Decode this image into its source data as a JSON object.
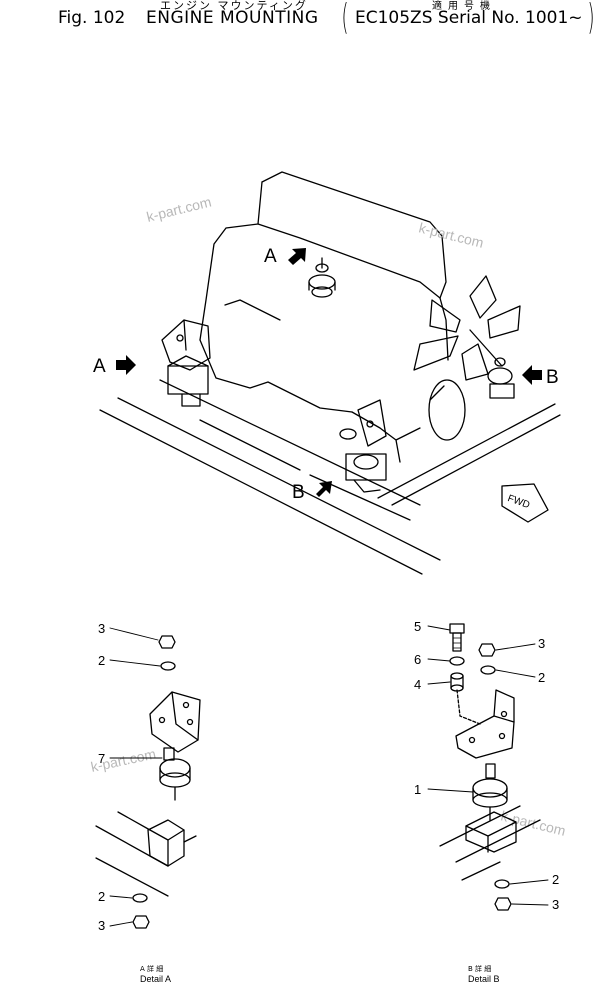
{
  "header": {
    "fig_number": "Fig. 102",
    "title": "ENGINE MOUNTING",
    "title_kana": "エンジン マウンティング",
    "model_kanji": "適用号機",
    "serial": "EC105ZS Serial No. 1001~",
    "paren_open": "(",
    "paren_close": ")"
  },
  "overview": {
    "arrows": [
      "A",
      "A",
      "B",
      "B"
    ],
    "fwd_label": "FWD"
  },
  "watermark": "k-part.com",
  "detail_a": {
    "callouts": [
      "3",
      "2",
      "7",
      "2",
      "3"
    ],
    "caption_jp": "A 詳 細",
    "caption_en": "Detail A"
  },
  "detail_b": {
    "callouts": [
      "5",
      "6",
      "4",
      "3",
      "2",
      "1",
      "2",
      "3"
    ],
    "caption_jp": "B 詳 細",
    "caption_en": "Detail B"
  }
}
